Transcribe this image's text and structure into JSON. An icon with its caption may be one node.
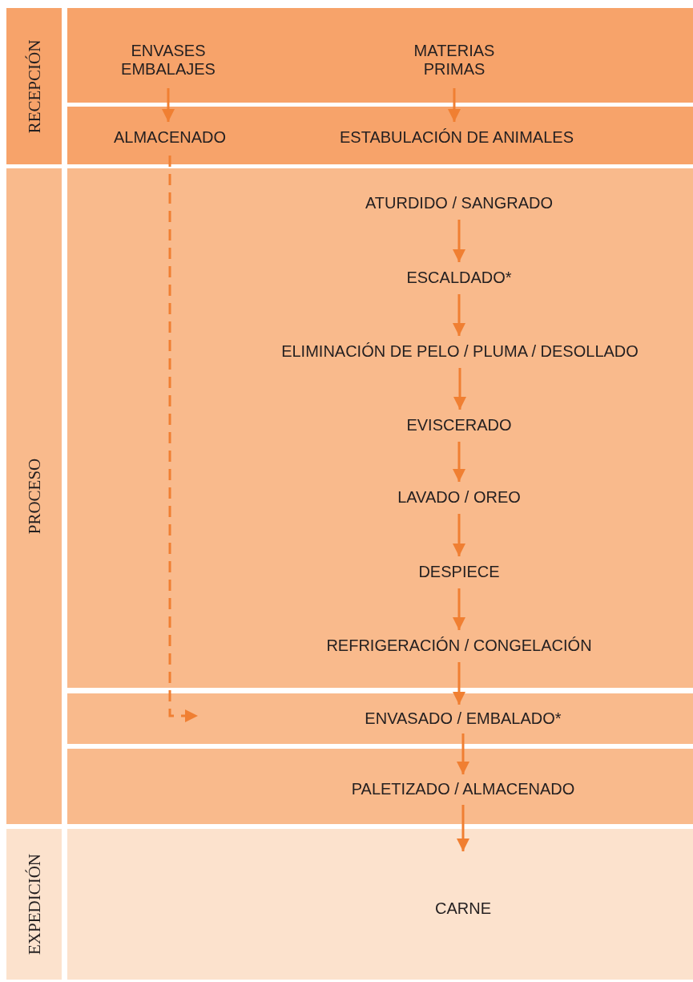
{
  "diagram": {
    "nodes": [
      {
        "text": [
          "RECEPCIÓN"
        ]
      },
      {
        "text": [],
        "shape": "box"
      },
      {
        "text": [
          "ENVASES EMBALAJES"
        ],
        "in": 1
      },
      {
        "text": [
          "MATERIAS PRIMAS"
        ],
        "in": 1
      },
      {
        "text": [],
        "shape": "box"
      },
      {
        "text": [
          "ALMACENADO"
        ],
        "in": 4
      },
      {
        "text": [
          "ESTABULACIÓN DE ANIMALES"
        ],
        "in": 4
      },
      {
        "text": [
          "PROCESO"
        ]
      },
      {
        "text": [],
        "shape": "box"
      },
      {
        "text": [
          "ATURDIDO / SANGRADO"
        ],
        "in": 8
      },
      {
        "text": [
          "ESCALDADO*"
        ],
        "in": 8
      },
      {
        "text": [
          "ELIMINACIÓN DE PELO / PLUMA / DESOLLADO"
        ],
        "in": 8
      },
      {
        "text": [
          "EVISCERADO"
        ],
        "in": 8
      },
      {
        "text": [
          "LAVADO / OREO"
        ],
        "in": 8
      },
      {
        "text": [
          "DESPIECE"
        ],
        "in": 8
      },
      {
        "text": [
          "REFRIGERACIÓN / CONGELACIÓN"
        ],
        "in": 8
      },
      {
        "text": [],
        "shape": "box"
      },
      {
        "text": [
          "ENVASADO / EMBALADO*"
        ],
        "in": 16
      },
      {
        "text": [],
        "shape": "box"
      },
      {
        "text": [
          "PALETIZADO / ALMACENADO"
        ],
        "in": 18
      },
      {
        "text": [
          "EXPEDICIÓN"
        ]
      },
      {
        "text": [],
        "shape": "box"
      },
      {
        "text": [
          "CARNE"
        ],
        "in": 21
      }
    ],
    "edges": [
      {
        "from": 2,
        "to": 5,
        "arrow": "to"
      },
      {
        "from": 3,
        "to": 6,
        "arrow": "to"
      },
      {
        "from": 9,
        "to": 10,
        "arrow": "to"
      },
      {
        "from": 10,
        "to": 11,
        "arrow": "to"
      },
      {
        "from": 11,
        "to": 12,
        "arrow": "to"
      },
      {
        "from": 12,
        "to": 13,
        "arrow": "to"
      },
      {
        "from": 13,
        "to": 14,
        "arrow": "to"
      },
      {
        "from": 14,
        "to": 15,
        "arrow": "to"
      },
      {
        "from": 15,
        "to": 17,
        "arrow": "to"
      },
      {
        "from": 17,
        "to": 19,
        "arrow": "to"
      },
      {
        "from": 19,
        "to": 22,
        "arrow": "to"
      },
      {
        "from": 5,
        "to": 16,
        "arrow": "to",
        "style": "dashed"
      }
    ]
  }
}
